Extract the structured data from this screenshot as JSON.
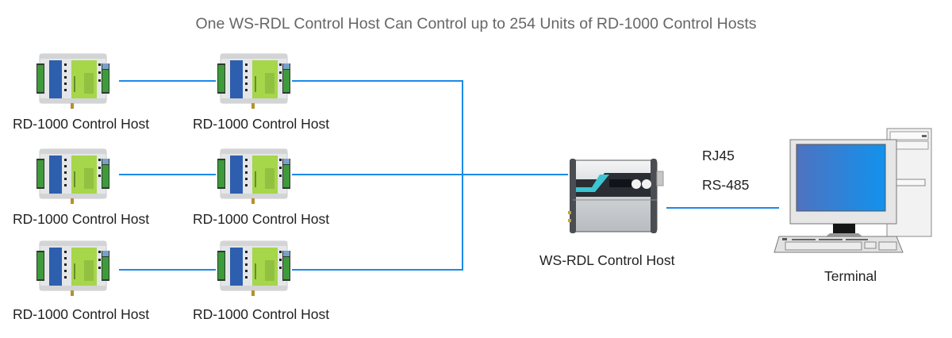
{
  "title": "One WS-RDL Control Host Can Control up to 254 Units of RD-1000 Control Hosts",
  "colors": {
    "link": "#1a8ae6",
    "title": "#666666",
    "label": "#222222"
  },
  "rd_hosts": [
    {
      "label": "RD-1000 Control Host"
    },
    {
      "label": "RD-1000 Control Host"
    },
    {
      "label": "RD-1000 Control Host"
    },
    {
      "label": "RD-1000 Control Host"
    },
    {
      "label": "RD-1000 Control Host"
    },
    {
      "label": "RD-1000 Control Host"
    }
  ],
  "ws_host": {
    "label": "WS-RDL Control Host"
  },
  "connection": {
    "line1": "RJ45",
    "line2": "RS-485"
  },
  "terminal": {
    "label": "Terminal"
  }
}
